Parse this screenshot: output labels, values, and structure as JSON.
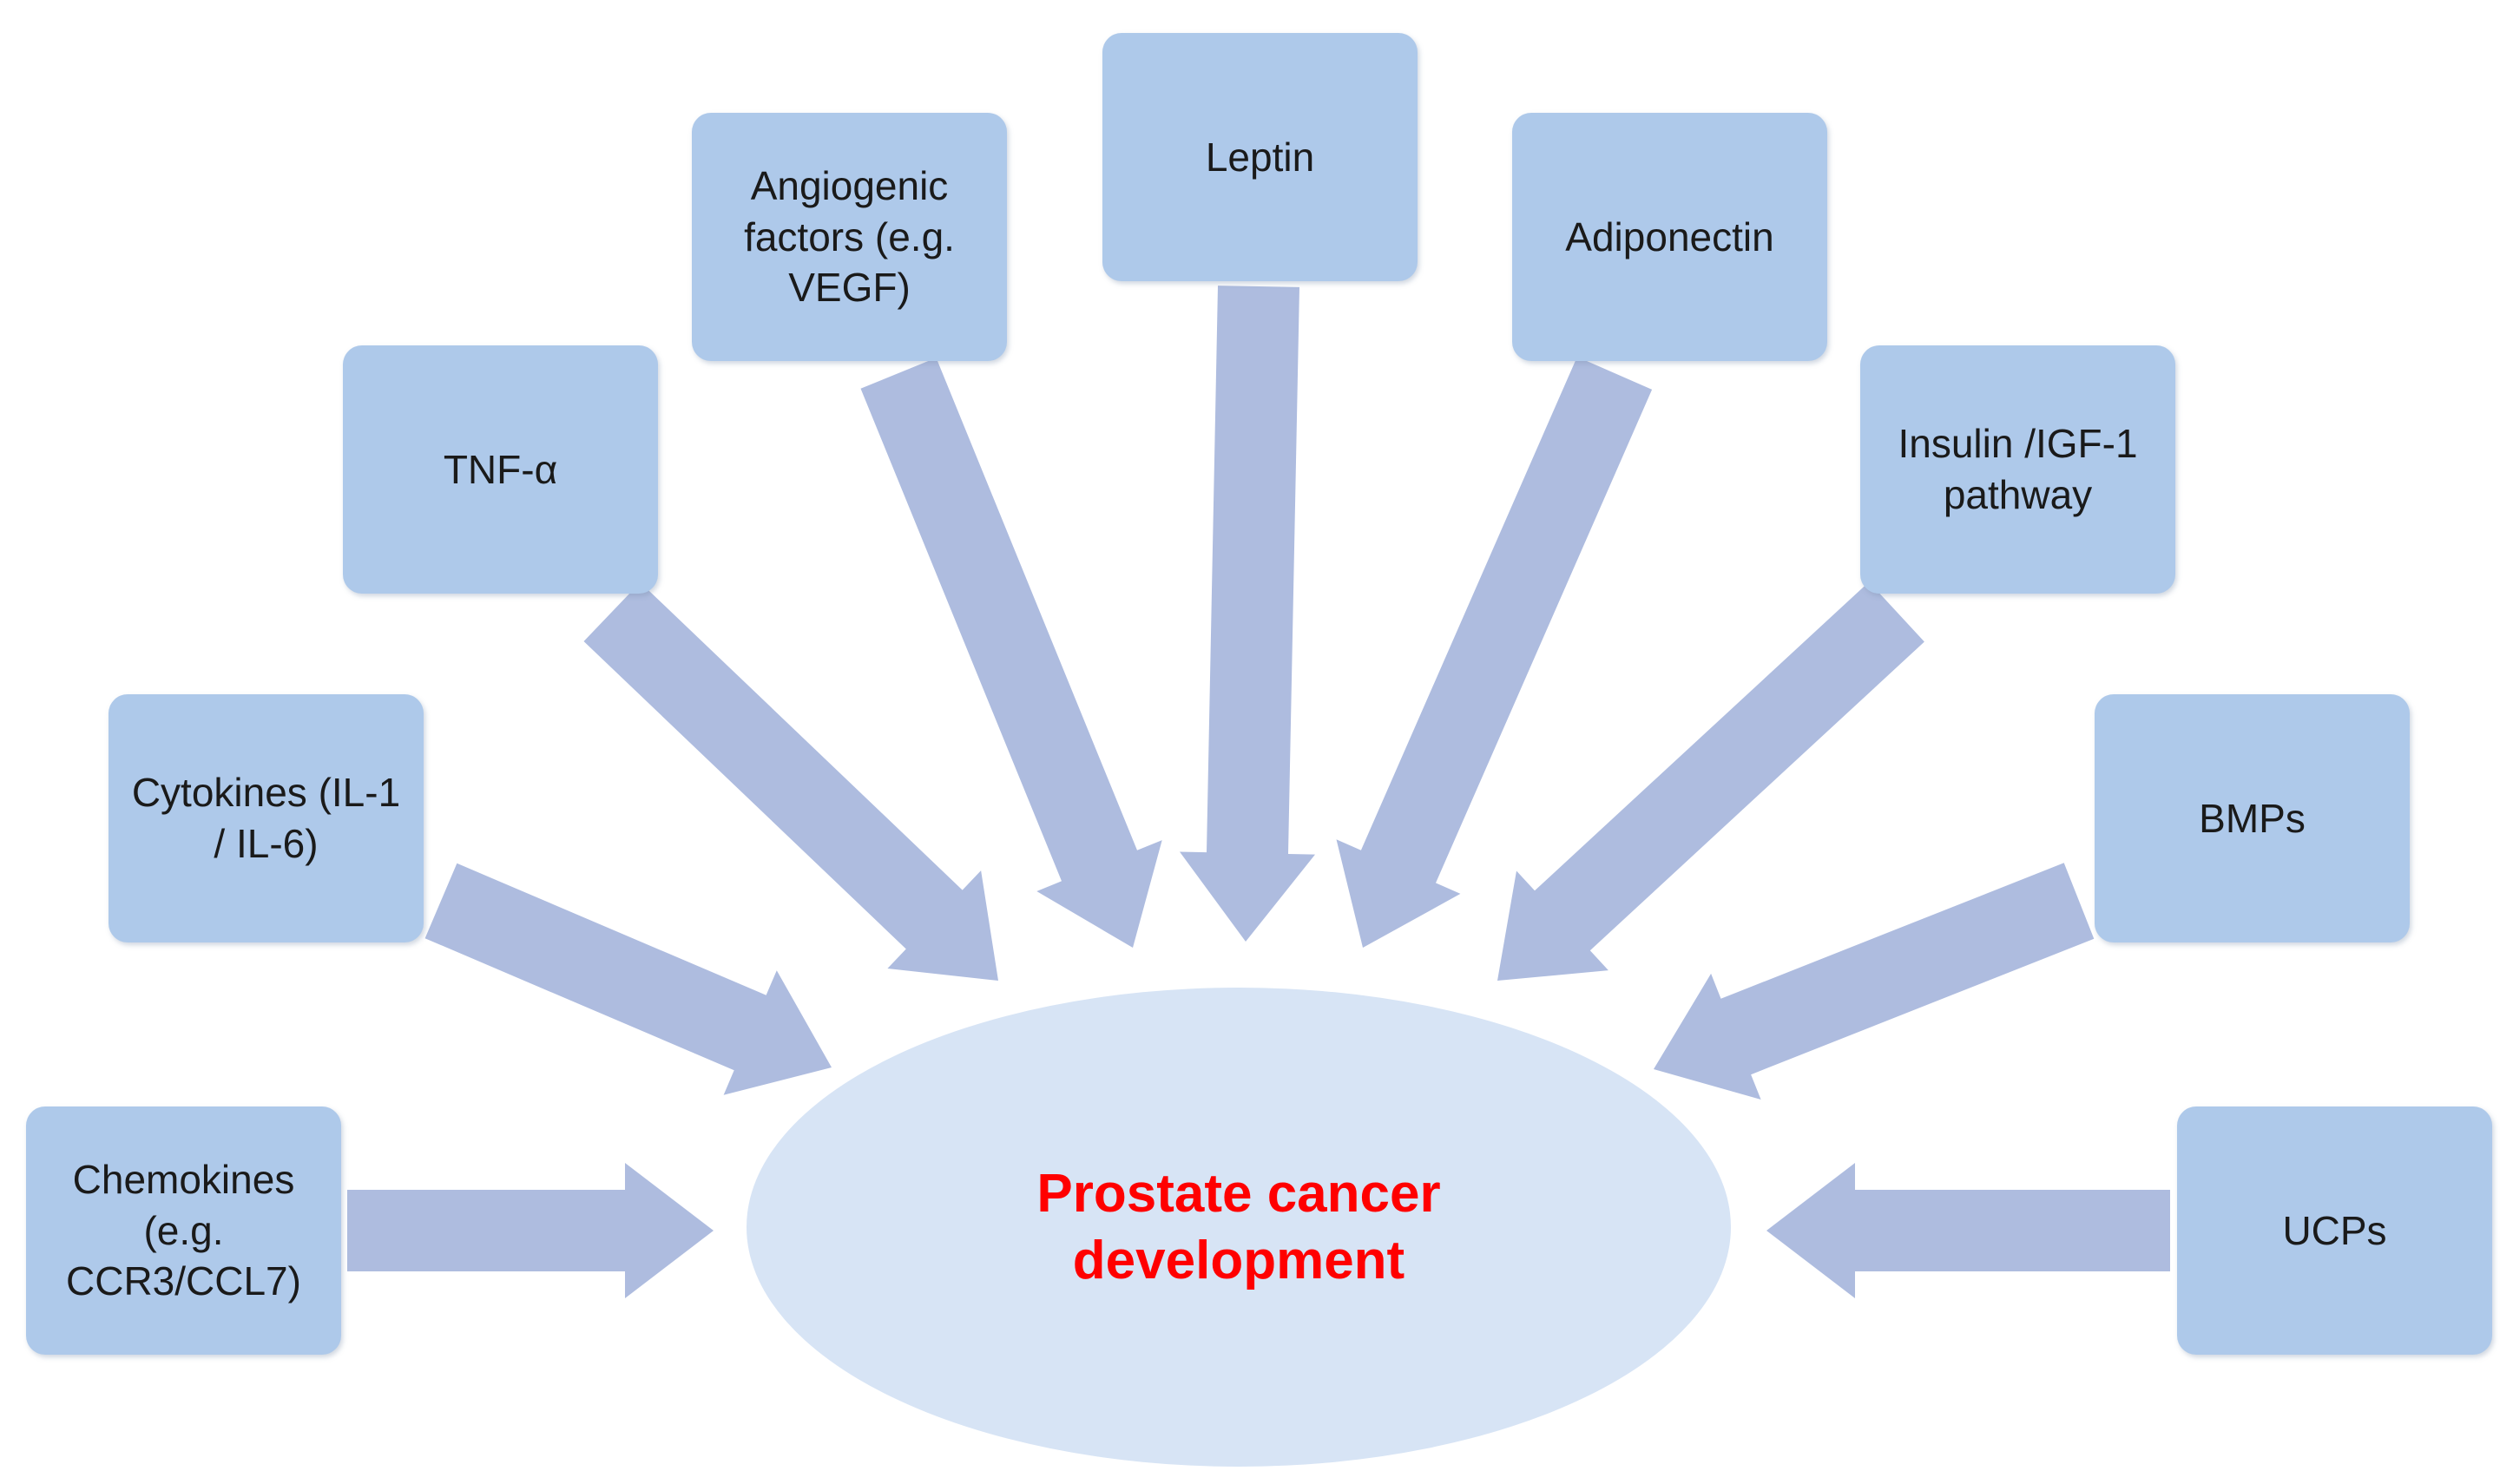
{
  "colors": {
    "box_fill": "#aec9ea",
    "arrow_fill": "#aebcdf",
    "center_fill": "#d7e4f5",
    "center_text": "#ff0000"
  },
  "center": {
    "label": "Prostate cancer\ndevelopment"
  },
  "factors": [
    {
      "id": "chemokines",
      "label": "Chemokines\n(e.g.\nCCR3/CCL7)"
    },
    {
      "id": "cytokines",
      "label": "Cytokines (IL-1\n/ IL-6)"
    },
    {
      "id": "tnf",
      "label": "TNF-α"
    },
    {
      "id": "angiogenic",
      "label": "Angiogenic\nfactors (e.g.\nVEGF)"
    },
    {
      "id": "leptin",
      "label": "Leptin"
    },
    {
      "id": "adiponectin",
      "label": "Adiponectin"
    },
    {
      "id": "insulin",
      "label": "Insulin /IGF-1\npathway"
    },
    {
      "id": "bmps",
      "label": "BMPs"
    },
    {
      "id": "ucps",
      "label": "UCPs"
    }
  ]
}
